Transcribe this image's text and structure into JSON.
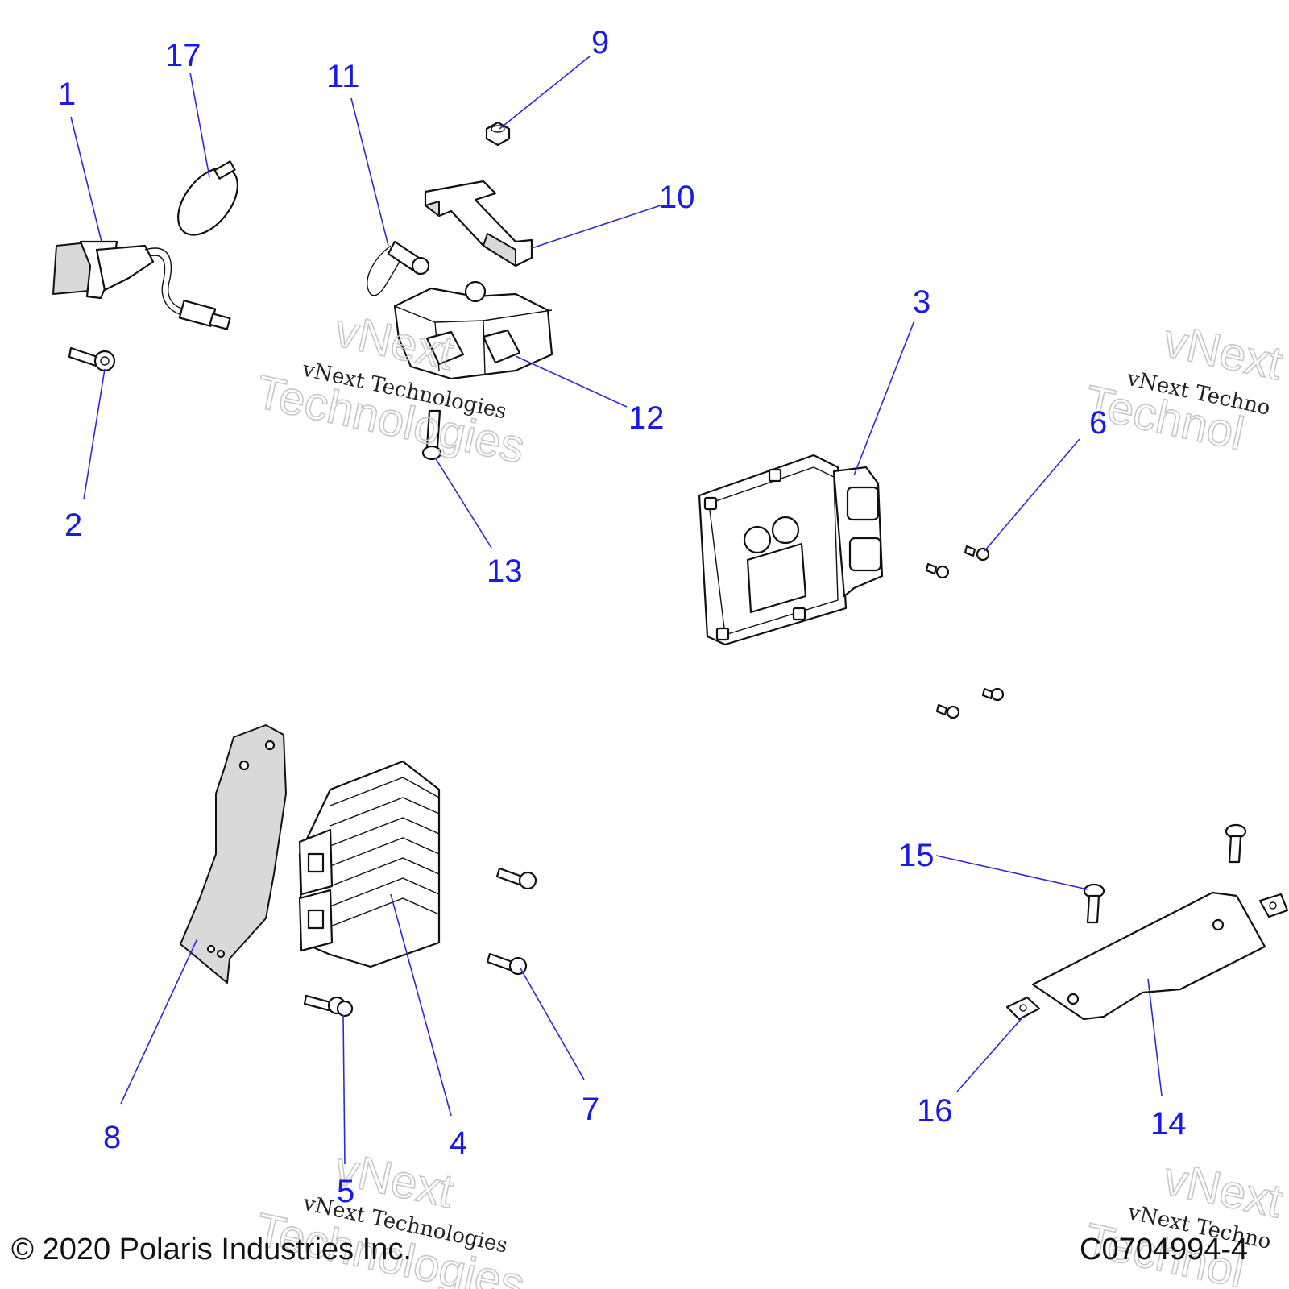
{
  "callouts": [
    {
      "id": "1",
      "label": "1"
    },
    {
      "id": "2",
      "label": "2"
    },
    {
      "id": "3",
      "label": "3"
    },
    {
      "id": "4",
      "label": "4"
    },
    {
      "id": "5",
      "label": "5"
    },
    {
      "id": "6",
      "label": "6"
    },
    {
      "id": "7",
      "label": "7"
    },
    {
      "id": "8",
      "label": "8"
    },
    {
      "id": "9",
      "label": "9"
    },
    {
      "id": "10",
      "label": "10"
    },
    {
      "id": "11",
      "label": "11"
    },
    {
      "id": "12",
      "label": "12"
    },
    {
      "id": "13",
      "label": "13"
    },
    {
      "id": "14",
      "label": "14"
    },
    {
      "id": "15",
      "label": "15"
    },
    {
      "id": "16",
      "label": "16"
    },
    {
      "id": "17",
      "label": "17"
    }
  ],
  "watermark": {
    "script_text": "vNext Technologies",
    "outline_line1": "vNext",
    "outline_line2": "Technologies",
    "outline_line2_short": "Technol",
    "script_text_short": "vNext Techno"
  },
  "footer": {
    "copyright": "© 2020 Polaris Industries Inc.",
    "diagram_code": "C0704994-4"
  },
  "colors": {
    "callout": "#1a1ae6",
    "leader": "#2b2bd9",
    "linework": "#111111"
  }
}
